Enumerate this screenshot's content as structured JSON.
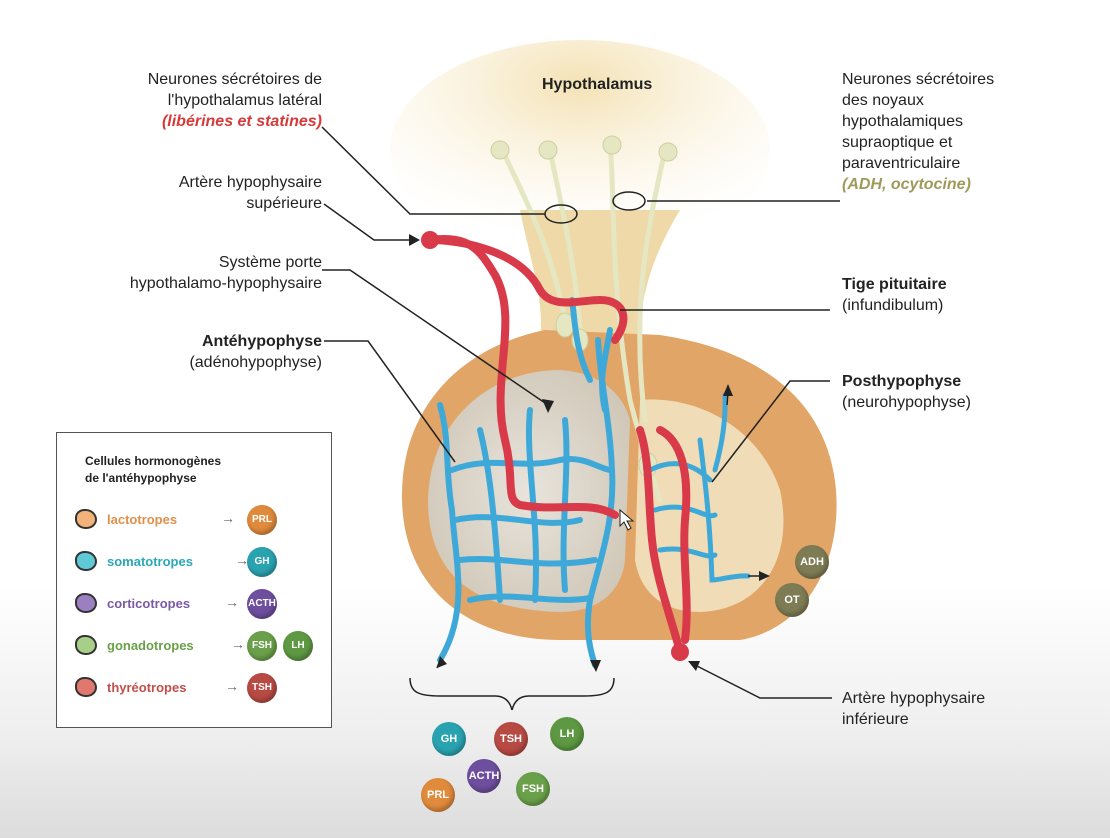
{
  "title": "Hypothalamus",
  "labels": {
    "lateral_neurons": [
      "Neurones sécrétoires de",
      "l'hypothalamus latéral"
    ],
    "lateral_hormones": "(libérines et statines)",
    "superior_artery": [
      "Artère hypophysaire",
      "supérieure"
    ],
    "portal_system": [
      "Système porte",
      "hypothalamo-hypophysaire"
    ],
    "antehypophyse": "Antéhypophyse",
    "antehypophyse_sub": "(adénohypophyse)",
    "supraoptic_neurons": [
      "Neurones sécrétoires",
      "des noyaux",
      "hypothalamiques",
      "supraoptique et",
      "paraventriculaire"
    ],
    "supraoptic_hormones": "(ADH, ocytocine)",
    "stalk": "Tige pituitaire",
    "stalk_sub": "(infundibulum)",
    "posthypophyse": "Posthypophyse",
    "posthypophyse_sub": "(neurohypophyse)",
    "inferior_artery": [
      "Artère hypophysaire",
      "inférieure"
    ]
  },
  "legend": {
    "title": [
      "Cellules hormonogènes",
      "de l'antéhypophyse"
    ],
    "rows": [
      {
        "name": "lactotropes",
        "color": "#e0904a",
        "blob": "#f2b27a",
        "hormones": [
          {
            "label": "PRL",
            "color": "#e08a3c"
          }
        ]
      },
      {
        "name": "somatotropes",
        "color": "#2aa8b8",
        "blob": "#5fcad6",
        "hormones": [
          {
            "label": "GH",
            "color": "#2aa3b0"
          }
        ]
      },
      {
        "name": "corticotropes",
        "color": "#7a5aa8",
        "blob": "#9a80c0",
        "hormones": [
          {
            "label": "ACTH",
            "color": "#6e4e9e"
          }
        ]
      },
      {
        "name": "gonadotropes",
        "color": "#6aa04a",
        "blob": "#a8cf88",
        "hormones": [
          {
            "label": "FSH",
            "color": "#6aa04a"
          },
          {
            "label": "LH",
            "color": "#5e9842"
          }
        ]
      },
      {
        "name": "thyréotropes",
        "color": "#c0504a",
        "blob": "#e07870",
        "hormones": [
          {
            "label": "TSH",
            "color": "#b84a44"
          }
        ]
      }
    ]
  },
  "posterior_hormones": [
    {
      "label": "ADH",
      "color": "#7e7c54"
    },
    {
      "label": "OT",
      "color": "#7e7c54"
    }
  ],
  "released_hormones": [
    {
      "label": "GH",
      "color": "#2aa3b0"
    },
    {
      "label": "TSH",
      "color": "#b84a44"
    },
    {
      "label": "LH",
      "color": "#5e9842"
    },
    {
      "label": "ACTH",
      "color": "#6e4e9e"
    },
    {
      "label": "PRL",
      "color": "#e08a3c"
    },
    {
      "label": "FSH",
      "color": "#6aa04a"
    }
  ]
}
